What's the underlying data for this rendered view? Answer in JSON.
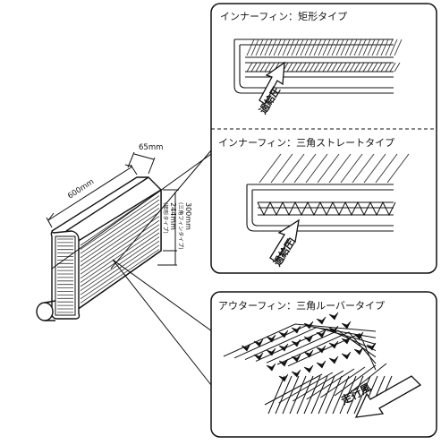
{
  "core": {
    "width_label": "600mm",
    "depth_label": "65mm",
    "height_label_1": "300mm",
    "height_note_1": "(三角フィンタイプ)",
    "height_label_2": "244mm",
    "height_note_2": "(矩形タイプ)"
  },
  "panel_inner": {
    "rect_title": "インナーフィン：矩形タイプ",
    "tri_title": "インナーフィン：三角ストレートタイプ",
    "boost_label_1": "過給圧",
    "boost_label_2": "過給圧"
  },
  "panel_outer": {
    "title": "アウターフィン：三角ルーバータイプ",
    "wind_label": "走行風"
  }
}
